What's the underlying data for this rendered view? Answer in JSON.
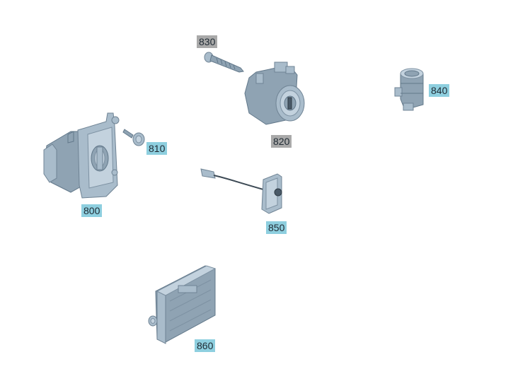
{
  "diagram": {
    "parts": [
      {
        "id": "800",
        "label": "800",
        "style": "blue",
        "icon": "rotary-light-switch-icon"
      },
      {
        "id": "810",
        "label": "810",
        "style": "blue",
        "icon": "screw-icon"
      },
      {
        "id": "820",
        "label": "820",
        "style": "grey",
        "icon": "ignition-lock-icon"
      },
      {
        "id": "830",
        "label": "830",
        "style": "grey",
        "icon": "bolt-icon"
      },
      {
        "id": "840",
        "label": "840",
        "style": "blue",
        "icon": "cylinder-sensor-icon"
      },
      {
        "id": "850",
        "label": "850",
        "style": "blue",
        "icon": "cable-switch-icon"
      },
      {
        "id": "860",
        "label": "860",
        "style": "blue",
        "icon": "control-module-icon"
      }
    ],
    "colors": {
      "callout_blue": "#8ecfdf",
      "callout_grey": "#a9a9a9",
      "part_fill": "#a9bccb"
    }
  }
}
